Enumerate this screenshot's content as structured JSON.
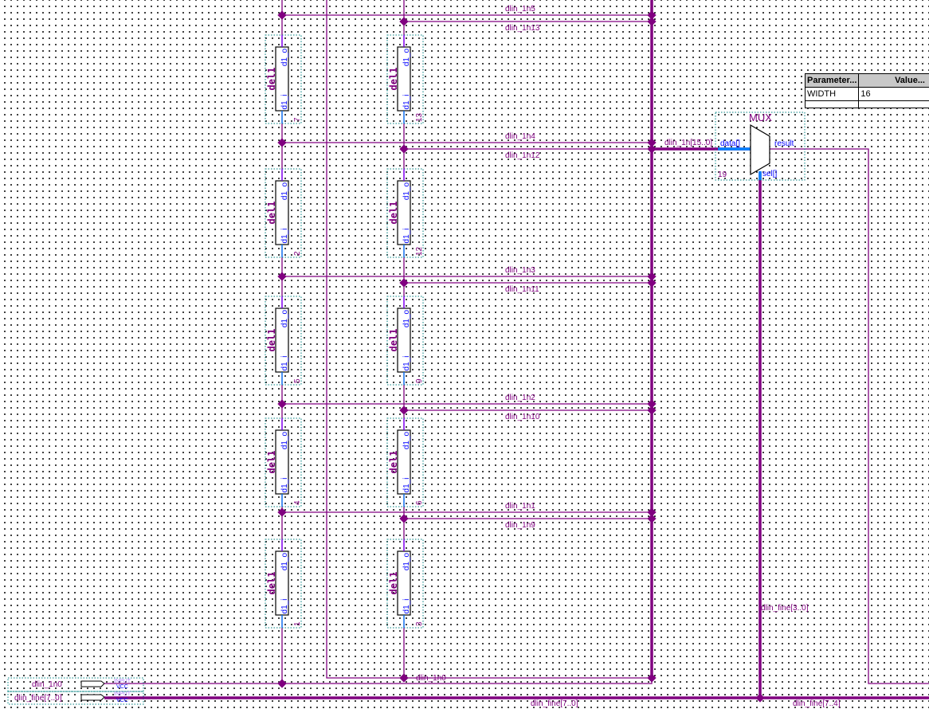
{
  "block": {
    "name": "del1",
    "port_out": "d1_o",
    "port_in": "d1_i"
  },
  "left_instances": [
    "7",
    "2",
    "5",
    "4",
    "1"
  ],
  "right_instances": [
    "13",
    "12",
    "9",
    "6",
    "3"
  ],
  "net_rows": [
    {
      "left": "dlin_1n5",
      "right": "dlin_1n13"
    },
    {
      "left": "dlin_1n4",
      "right": "dlin_1n12"
    },
    {
      "left": "dlin_1n3",
      "right": "dlin_1n11"
    },
    {
      "left": "dlin_1n2",
      "right": "dlin_1n10"
    },
    {
      "left": "dlin_1n1",
      "right": "dlin_1n9"
    }
  ],
  "bottom_net": "dlin_1n0",
  "mux": {
    "title": "MUX",
    "data_port": "data[]",
    "result_port": "result",
    "sel_port": "sel[]",
    "instance": "19",
    "bus_label": "dlin_1n[15..0]"
  },
  "params": {
    "header": [
      "Parameter...",
      "Value..."
    ],
    "rows": [
      [
        "WIDTH",
        "16"
      ]
    ]
  },
  "inputs": [
    {
      "name": "dlin_1n0",
      "type": "INPUT",
      "default": "VCC"
    },
    {
      "name": "dlin_fine[7..0]",
      "type": "INPUT",
      "default": "VCC"
    }
  ],
  "bus_labels": {
    "fine_all": "dlin_fine[7..0]",
    "fine_low": "dlin_fine[3..0]",
    "fine_high": "dlin_fine[7..4]"
  }
}
